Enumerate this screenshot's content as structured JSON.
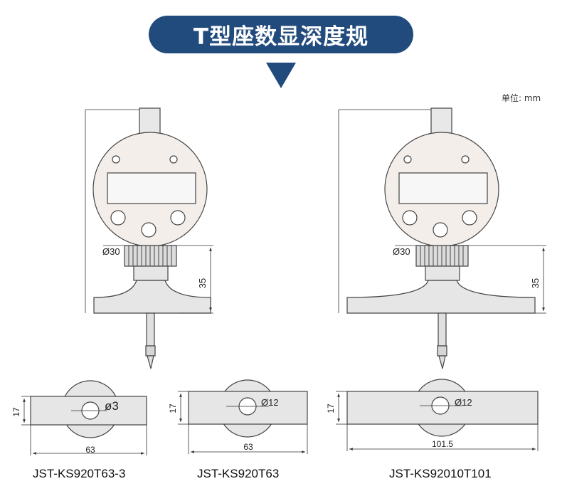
{
  "title": "T型座数显深度规",
  "unit_note": "单位: mm",
  "gauges": [
    {
      "dial_diameter": "Ø30",
      "height": "35"
    },
    {
      "dial_diameter": "Ø30",
      "height": "35"
    }
  ],
  "bases": [
    {
      "bore": "ø3",
      "height": "17",
      "length": "63",
      "model": "JST-KS920T63-3"
    },
    {
      "bore": "Ø12",
      "height": "17",
      "length": "63",
      "model": "JST-KS920T63"
    },
    {
      "bore": "Ø12",
      "height": "17",
      "length": "101.5",
      "model": "JST-KS92010T101"
    }
  ],
  "colors": {
    "banner": "#214a7d",
    "body_fill": "#e6e6e6",
    "dial_fill": "#f4eeea",
    "outline": "#444444"
  }
}
